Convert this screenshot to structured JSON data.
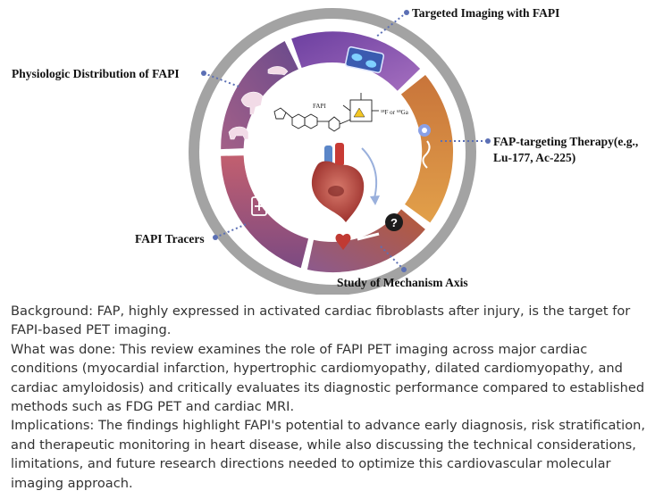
{
  "diagram": {
    "center_labels": {
      "molecule_name": "FAPI",
      "isotope_label": "¹⁸F or ⁶⁸Ga"
    },
    "callouts": {
      "top_right": "Targeted Imaging with FAPI",
      "left_top": "Physiologic Distribution of FAPI",
      "right_line1": "FAP-targeting Therapy(e.g.,",
      "right_line2": "Lu-177, Ac-225)",
      "left_bottom": "FAPI Tracers",
      "bottom": "Study of Mechanism Axis"
    },
    "question_mark": "?",
    "colors": {
      "ring_outer": "#9c9c9c",
      "segment_imaging": "#7a4fa3",
      "segment_therapy": "#d68a36",
      "segment_mechanism": "#c0653a",
      "segment_tracers": "#9c4a68",
      "segment_physiologic": "#8b5a86",
      "connector": "#5b6fb5"
    }
  },
  "abstract": {
    "background": "Background: FAP, highly expressed in activated cardiac fibroblasts after injury, is the target for FAPI-based PET imaging.",
    "what_was_done": "What was done: This review examines the role of FAPI PET imaging across major cardiac conditions (myocardial infarction, hypertrophic cardiomyopathy, dilated cardiomyopathy, and cardiac amyloidosis) and critically evaluates its diagnostic performance compared to established methods such as FDG PET and cardiac MRI.",
    "implications": "Implications: The findings highlight FAPI's potential to advance early diagnosis, risk stratification, and therapeutic monitoring in heart disease, while also discussing the technical considerations, limitations, and future research directions needed to optimize this cardiovascular molecular imaging approach."
  }
}
